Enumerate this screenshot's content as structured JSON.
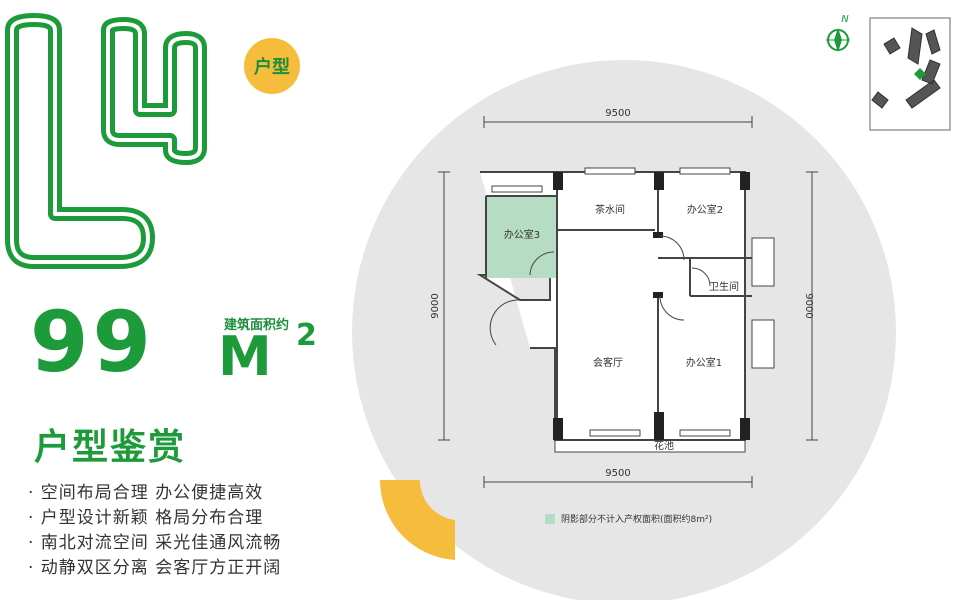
{
  "unit_type": {
    "badge": "户型",
    "area_label": "建筑面积约",
    "area_value": "99",
    "area_unit": "M",
    "area_sup": "2"
  },
  "section_title": "户型鉴赏",
  "features": [
    "· 空间布局合理 办公便捷高效",
    "· 户型设计新颖 格局分布合理",
    "· 南北对流空间 采光佳通风流畅",
    "· 动静双区分离 会客厅方正开阔"
  ],
  "plan": {
    "dim_top": "9500",
    "dim_bottom": "9500",
    "dim_left": "9000",
    "dim_right": "9000",
    "rooms": {
      "office3": "办公室3",
      "tea_room": "茶水间",
      "office2": "办公室2",
      "bathroom": "卫生间",
      "reception": "会客厅",
      "office1": "办公室1",
      "planter": "花池"
    },
    "legend": "阴影部分不计入产权面积(面积约8m²)"
  },
  "compass": {
    "north": "N"
  },
  "colors": {
    "green": "#1d9a3a",
    "yellow": "#f6bd3c",
    "circle": "#e6e6e6",
    "shade": "#b7dcc4"
  }
}
